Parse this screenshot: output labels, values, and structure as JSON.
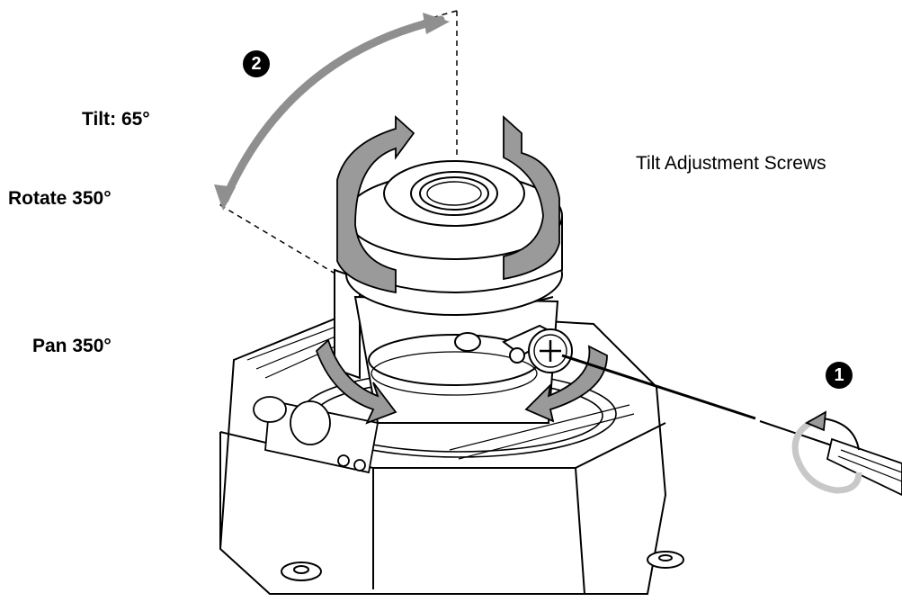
{
  "labels": {
    "tilt": "Tilt: 65°",
    "rotate": "Rotate 350°",
    "pan": "Pan 350°",
    "tilt_screws": "Tilt Adjustment Screws"
  },
  "steps": {
    "step1": "1",
    "step2": "2"
  },
  "colors": {
    "arrow_fill": "#9a9a9a",
    "arrow_light": "#c8c8c8",
    "outline": "#000000"
  }
}
